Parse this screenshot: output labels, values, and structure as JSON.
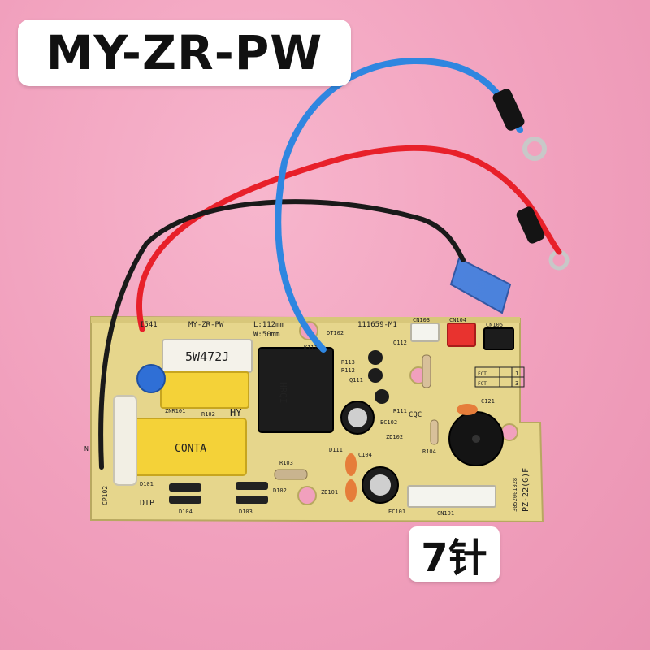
{
  "title": "MY-ZR-PW",
  "pin_label": "7针",
  "board": {
    "silkscreen": {
      "model_code": "I541",
      "model_name": "MY-ZR-PW",
      "dimension_l": "L:112mm",
      "dimension_w": "W:50mm",
      "part_no": "111659-M1",
      "cn103": "CN103",
      "cn104": "CN104",
      "cn105": "CN105",
      "cqc": "CQC",
      "hy": "HY",
      "dip": "DIP",
      "pz": "PZ-22(G)F",
      "cn101": "CN101",
      "cp102": "CP102",
      "d101": "D101",
      "d102": "D102",
      "d103": "D103",
      "d104": "D104",
      "r103": "R103",
      "zd101": "ZD101",
      "zd102": "ZD102",
      "znr101": "ZNR101",
      "r102": "R102",
      "ec101": "EC101",
      "ec102": "EC102",
      "d111": "D111",
      "q111": "Q111",
      "q112": "Q112",
      "r111": "R111",
      "r112": "R112",
      "r113": "R113",
      "k111": "K111",
      "c121": "C121",
      "c104": "C104",
      "r104": "R104",
      "dt102": "DT102",
      "n_mark": "N",
      "relay_brand": "HRQI",
      "resistor_marking": "5W472J",
      "capacitor_marking": "CONTA",
      "fct_1": "FCT",
      "fct_2": "FCT",
      "fct_num_1": "1",
      "fct_num_3": "3",
      "serial": "3052001028"
    }
  },
  "colors": {
    "background": "#f1a0bd",
    "pcb": "#e6d68c",
    "wire_red": "#e8202a",
    "wire_blue": "#2f86e0",
    "wire_black": "#1a1a1a"
  }
}
